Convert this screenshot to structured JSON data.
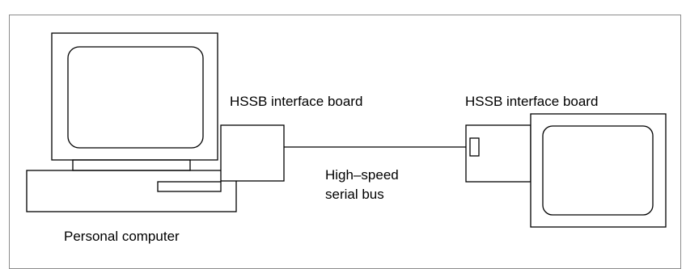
{
  "labels": {
    "board_left": "HSSB interface board",
    "board_right": "HSSB interface board",
    "bus_line1": "High–speed",
    "bus_line2": "serial bus",
    "pc": "Personal computer"
  },
  "colors": {
    "stroke": "#000000",
    "background": "#ffffff",
    "frame": "#8c8c8c"
  }
}
